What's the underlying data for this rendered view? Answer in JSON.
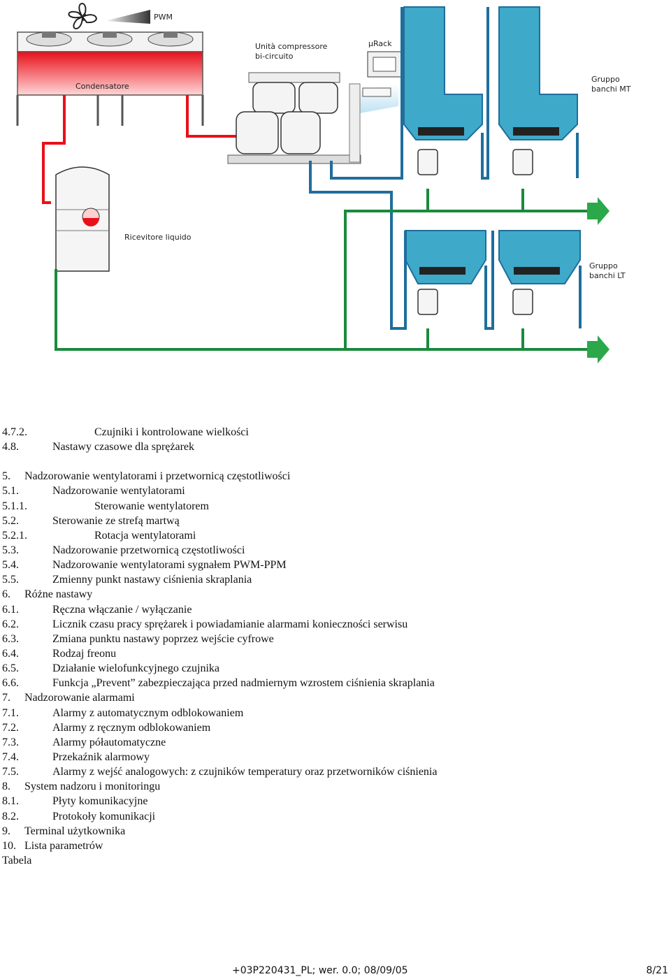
{
  "diagram": {
    "labels": {
      "pwm": "PWM",
      "condenser": "Condensatore",
      "compressor_unit_line1": "Unità compressore",
      "compressor_unit_line2": "bi-circuito",
      "controller": "µRack",
      "receiver": "Ricevitore liquido",
      "mt_group_line1": "Gruppo",
      "mt_group_line2": "banchi MT",
      "lt_group_line1": "Gruppo",
      "lt_group_line2": "banchi LT"
    },
    "colors": {
      "hot_line": "#e8101a",
      "liquid_line": "#1a8a3c",
      "suction_line": "#1f6e9c",
      "cabinet_fill": "#3fa9c9",
      "arrow": "#2aa84a"
    },
    "icons": [
      "fan-icon",
      "compressor-icon",
      "controller-icon",
      "expansion-valve-icon",
      "flow-arrow-icon"
    ]
  },
  "toc": [
    {
      "num": "4.7.2.",
      "title": "Czujniki i kontrolowane wielkości",
      "level": 3
    },
    {
      "num": "4.8.",
      "title": "Nastawy czasowe dla sprężarek",
      "level": 2
    },
    {
      "gap": true
    },
    {
      "num": "5.",
      "title": "Nadzorowanie wentylatorami i przetwornicą częstotliwości",
      "level": 1
    },
    {
      "num": "5.1.",
      "title": "Nadzorowanie wentylatorami",
      "level": 2
    },
    {
      "num": "5.1.1.",
      "title": "Sterowanie wentylatorem",
      "level": 3
    },
    {
      "num": "5.2.",
      "title": "Sterowanie ze strefą martwą",
      "level": 2
    },
    {
      "num": "5.2.1.",
      "title": "Rotacja wentylatorami",
      "level": 3
    },
    {
      "num": "5.3.",
      "title": "Nadzorowanie przetwornicą częstotliwości",
      "level": 2
    },
    {
      "num": "5.4.",
      "title": "Nadzorowanie wentylatorami sygnałem PWM-PPM",
      "level": 2
    },
    {
      "num": "5.5.",
      "title": "Zmienny punkt nastawy ciśnienia skraplania",
      "level": 2
    },
    {
      "num": "6.",
      "title": "Różne nastawy",
      "level": 1
    },
    {
      "num": "6.1.",
      "title": "Ręczna włączanie / wyłączanie",
      "level": 2
    },
    {
      "num": "6.2.",
      "title": "Licznik czasu pracy sprężarek i powiadamianie alarmami konieczności serwisu",
      "level": 2
    },
    {
      "num": "6.3.",
      "title": "Zmiana punktu nastawy poprzez wejście cyfrowe",
      "level": 2
    },
    {
      "num": "6.4.",
      "title": "Rodzaj freonu",
      "level": 2
    },
    {
      "num": "6.5.",
      "title": "Działanie wielofunkcyjnego czujnika",
      "level": 2
    },
    {
      "num": "6.6.",
      "title": "Funkcja „Prevent” zabezpieczająca przed nadmiernym wzrostem ciśnienia skraplania",
      "level": 2
    },
    {
      "num": "7.",
      "title": "Nadzorowanie alarmami",
      "level": 1
    },
    {
      "num": "7.1.",
      "title": "Alarmy z automatycznym odblokowaniem",
      "level": 2
    },
    {
      "num": "7.2.",
      "title": "Alarmy z ręcznym odblokowaniem",
      "level": 2
    },
    {
      "num": "7.3.",
      "title": "Alarmy półautomatyczne",
      "level": 2
    },
    {
      "num": "7.4.",
      "title": "Przekaźnik alarmowy",
      "level": 2
    },
    {
      "num": "7.5.",
      "title": "Alarmy z wejść analogowych: z czujników temperatury oraz przetworników ciśnienia",
      "level": 2
    },
    {
      "num": "8.",
      "title": "System nadzoru i monitoringu",
      "level": 1
    },
    {
      "num": "8.1.",
      "title": "Płyty komunikacyjne",
      "level": 2
    },
    {
      "num": "8.2.",
      "title": "Protokoły komunikacji",
      "level": 2
    },
    {
      "num": "9.",
      "title": "Terminal użytkownika",
      "level": 1
    },
    {
      "num": "10.",
      "title": "Lista parametrów",
      "level": 1
    },
    {
      "num": "",
      "title": "Tabela",
      "level": 0
    }
  ],
  "footer": {
    "doc_code": "+03P220431_PL; wer. 0.0; 08/09/05",
    "page": "8/21"
  }
}
